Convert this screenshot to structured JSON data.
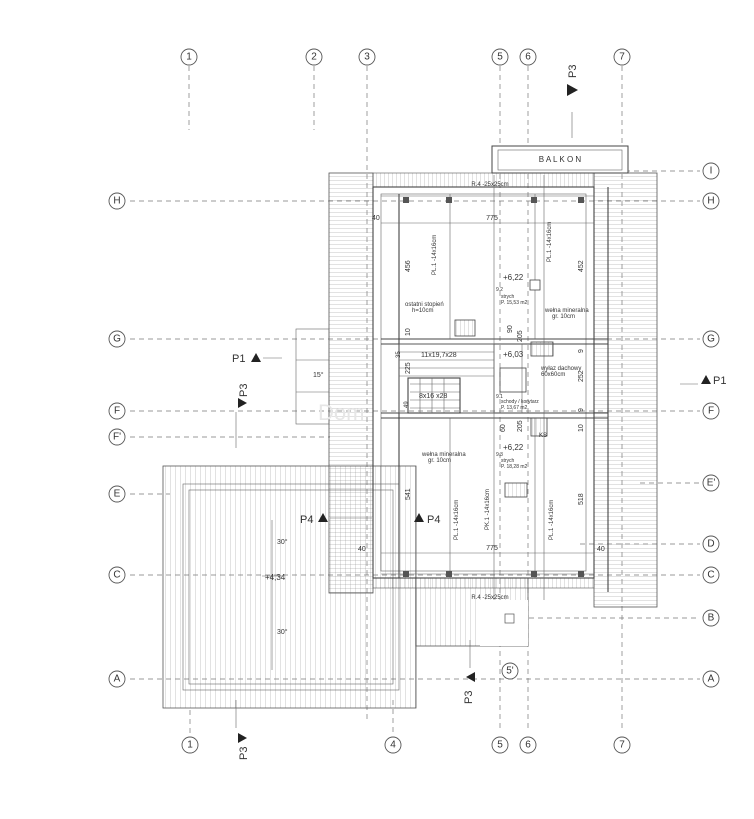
{
  "axes": {
    "top": [
      "1",
      "2",
      "3",
      "5",
      "6",
      "7"
    ],
    "bottom": [
      "1",
      "4",
      "5",
      "6",
      "7"
    ],
    "left": [
      "H",
      "G",
      "F",
      "F'",
      "E",
      "C",
      "A"
    ],
    "right": [
      "I",
      "H",
      "G",
      "F",
      "E'",
      "D",
      "C",
      "B",
      "A"
    ],
    "bottom_extra": "5'"
  },
  "labels": {
    "balkon": "B A L K O N",
    "beam_top": "R.4 -25x25cm",
    "beam_bottom": "R.4 -25x25cm",
    "dim_775_top": "775",
    "dim_775_bottom": "775",
    "dim_456": "456",
    "dim_452": "452",
    "dim_541": "541",
    "dim_518": "518",
    "dim_252": "252",
    "dim_205_top": "205",
    "dim_205_bottom": "205",
    "dim_40_a": "40",
    "dim_40_b": "40",
    "dim_40_c": "40",
    "dim_10_a": "10",
    "dim_10_b": "10",
    "dim_9_a": "9",
    "dim_9_b": "9",
    "dim_90": "90",
    "dim_60": "60",
    "dim_225": "225",
    "dim_35": "35",
    "dim_49": "49",
    "pl1_a": "PL.1 -14x16cm",
    "pl1_b": "PL.1 -14x16cm",
    "pl1_c": "PL.1 -14x16cm",
    "pl1_d": "PL.1 -14x16cm",
    "pk1": "PK.1 -14x16cm",
    "level_622_top": "+6,22",
    "level_603": "+6,03",
    "level_622_bottom": "+6,22",
    "level_434": "+4,34",
    "strych_top_num": "9.2",
    "strych_top_name": "strych",
    "strych_top_area": "P. 15,53 m2",
    "schody_num": "9.1",
    "schody_name": "schody / korytarz",
    "schody_area": "P. 13,67 m2",
    "strych_bot_num": "9.3",
    "strych_bot_name": "strych",
    "strych_bot_area": "P. 18,28 m2",
    "welna_right_1": "wełna mineralna",
    "welna_right_2": "gr. 10cm",
    "welna_left_1": "wełna mineralna",
    "welna_left_2": "gr. 10cm",
    "ostatni_1": "ostatni stopień",
    "ostatni_2": "h=10cm",
    "stairs_1": "11x19,7x28",
    "stairs_2": "8x16  x28",
    "wylaz_1": "wyłaz dachowy",
    "wylaz_2": "60x60cm",
    "ks": "KS",
    "angle_15": "15°",
    "angle_30_a": "30°",
    "angle_30_b": "30°",
    "sec_p3_top": "P3",
    "sec_p1_left": "P1",
    "sec_p3_left": "P3",
    "sec_p1_right": "P1",
    "sec_p4_left": "P4",
    "sec_p4_mid": "P4",
    "sec_p3_bottom_left": "P3",
    "sec_p3_bottom_mid": "P3",
    "watermark": "Dom"
  }
}
